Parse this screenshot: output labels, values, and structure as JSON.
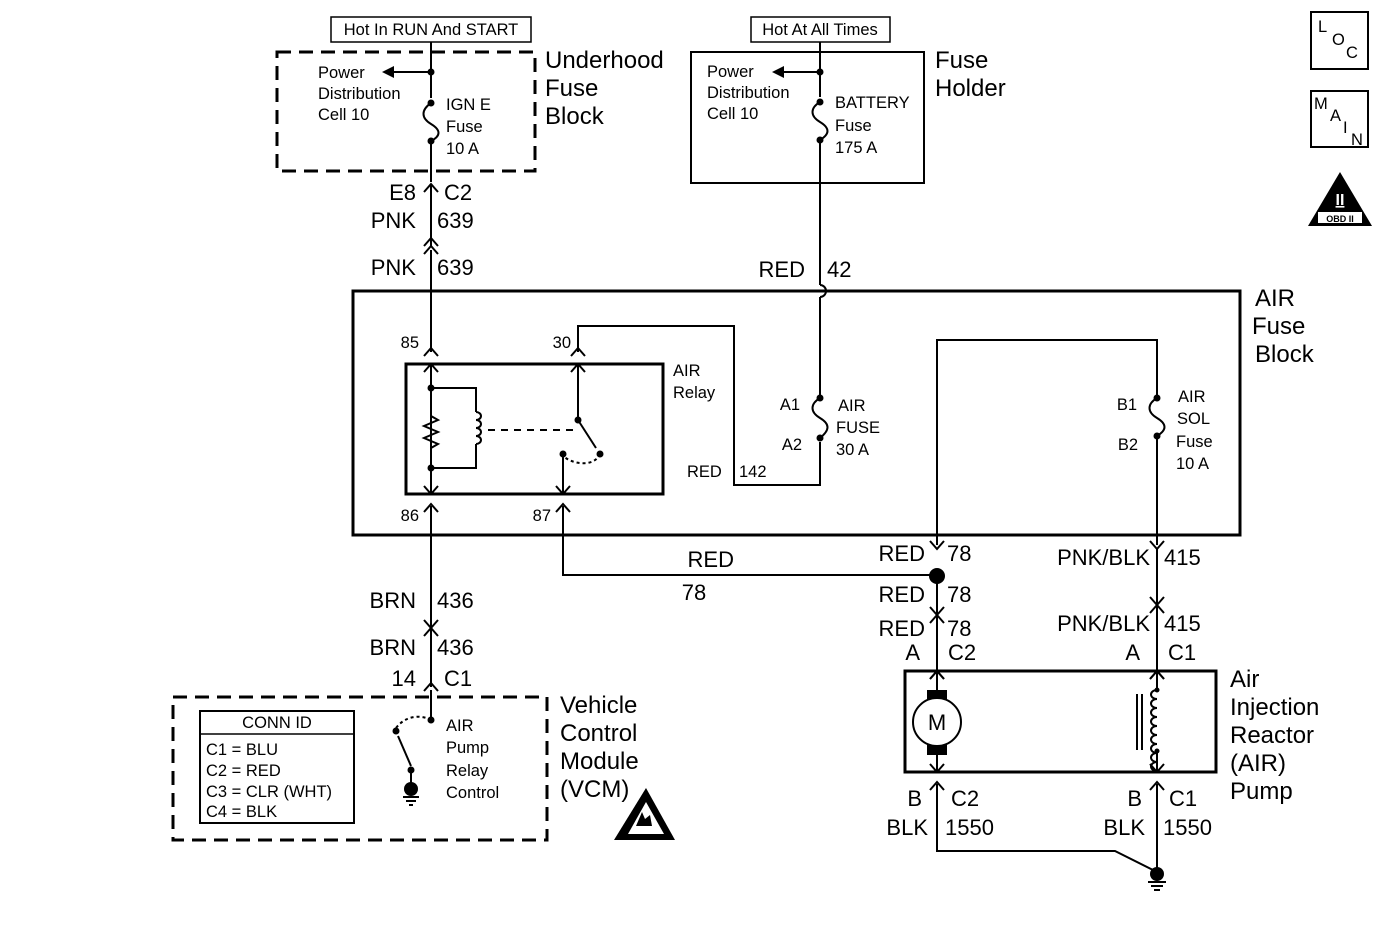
{
  "header": {
    "run_start": "Hot In RUN And START",
    "all_times": "Hot At All Times"
  },
  "icons": {
    "loc": [
      "L",
      "O",
      "C"
    ],
    "main": [
      "M",
      "A",
      "I",
      "N"
    ],
    "obd": {
      "numeral": "II",
      "label": "OBD II"
    }
  },
  "underhood": {
    "name": [
      "Underhood",
      "Fuse",
      "Block"
    ],
    "power": [
      "Power",
      "Distribution",
      "Cell 10"
    ],
    "fuse": [
      "IGN E",
      "Fuse",
      "10 A"
    ]
  },
  "fuse_holder": {
    "name": [
      "Fuse",
      "Holder"
    ],
    "power": [
      "Power",
      "Distribution",
      "Cell 10"
    ],
    "fuse": [
      "BATTERY",
      "Fuse",
      "175 A"
    ]
  },
  "air_fuse_block": {
    "name": [
      "AIR",
      "Fuse",
      "Block"
    ],
    "relay": [
      "AIR",
      "Relay"
    ],
    "air_fuse": [
      "AIR",
      "FUSE",
      "30 A"
    ],
    "sol_fuse": [
      "AIR",
      "SOL",
      "Fuse",
      "10 A"
    ],
    "terminals": {
      "t85": "85",
      "t86": "86",
      "t30": "30",
      "t87": "87",
      "a1": "A1",
      "a2": "A2",
      "b1": "B1",
      "b2": "B2"
    }
  },
  "wires": {
    "c639_top": {
      "left": "E8",
      "right": "C2"
    },
    "pnk639_a": {
      "color": "PNK",
      "circuit": "639"
    },
    "pnk639_b": {
      "color": "PNK",
      "circuit": "639"
    },
    "red42": {
      "color": "RED",
      "circuit": "42"
    },
    "red142": {
      "color": "RED",
      "circuit": "142"
    },
    "red78_h": {
      "color": "RED",
      "circuit": "78"
    },
    "red78_v": {
      "color": "RED",
      "circuit": "78"
    },
    "red78_a": {
      "color": "RED",
      "circuit": "78"
    },
    "red78_b": {
      "color": "RED",
      "circuit": "78"
    },
    "pnkblk415_a": {
      "color": "PNK/BLK",
      "circuit": "415"
    },
    "pnkblk415_b": {
      "color": "PNK/BLK",
      "circuit": "415"
    },
    "brn436_a": {
      "color": "BRN",
      "circuit": "436"
    },
    "brn436_b": {
      "color": "BRN",
      "circuit": "436"
    },
    "vcm_conn": {
      "left": "14",
      "right": "C1"
    },
    "pump_c2_top": {
      "left": "A",
      "right": "C2"
    },
    "pump_c1_top": {
      "left": "A",
      "right": "C1"
    },
    "pump_c2_bot": {
      "left": "B",
      "right": "C2"
    },
    "pump_c1_bot": {
      "left": "B",
      "right": "C1"
    },
    "blk1550_a": {
      "color": "BLK",
      "circuit": "1550"
    },
    "blk1550_b": {
      "color": "BLK",
      "circuit": "1550"
    }
  },
  "vcm": {
    "name": [
      "Vehicle",
      "Control",
      "Module",
      "(VCM)"
    ],
    "conn_title": "CONN ID",
    "conn_ids": [
      "C1 = BLU",
      "C2 = RED",
      "C3 = CLR (WHT)",
      "C4 = BLK"
    ],
    "relay_ctrl": [
      "AIR",
      "Pump",
      "Relay",
      "Control"
    ]
  },
  "pump": {
    "name": [
      "Air",
      "Injection",
      "Reactor",
      "(AIR)",
      "Pump"
    ],
    "motor": "M"
  }
}
